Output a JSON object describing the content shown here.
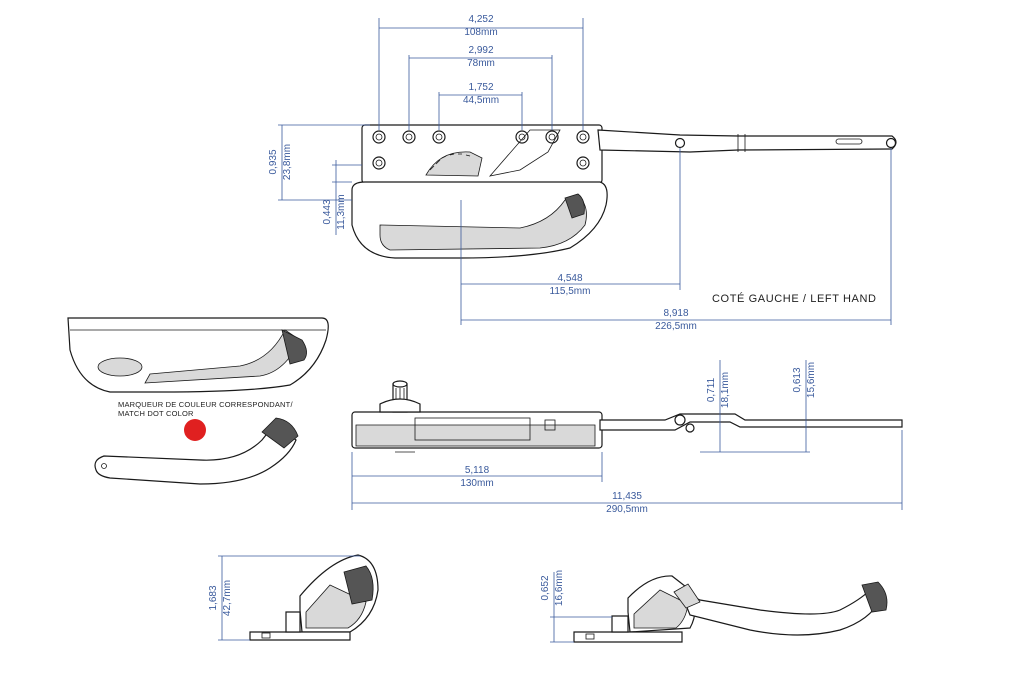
{
  "dimensions": {
    "top_width": {
      "in": "4,252",
      "mm": "108mm"
    },
    "mid_width": {
      "in": "2,992",
      "mm": "78mm"
    },
    "inner_width": {
      "in": "1,752",
      "mm": "44,5mm"
    },
    "height_left": {
      "in": "0,935",
      "mm": "23,8mm"
    },
    "height_small": {
      "in": "0,443",
      "mm": "11,3mm"
    },
    "arm_span": {
      "in": "4,548",
      "mm": "115,5mm"
    },
    "full_span": {
      "in": "8,918",
      "mm": "226,5mm"
    },
    "side_h1": {
      "in": "0,711",
      "mm": "18,1mm"
    },
    "side_h2": {
      "in": "0,613",
      "mm": "15,6mm"
    },
    "base_len": {
      "in": "5,118",
      "mm": "130mm"
    },
    "total_len": {
      "in": "11,435",
      "mm": "290,5mm"
    },
    "folded_h": {
      "in": "1,683",
      "mm": "42,7mm"
    },
    "open_h": {
      "in": "0,652",
      "mm": "16,6mm"
    }
  },
  "notes": {
    "hand": "COTÉ GAUCHE / LEFT HAND",
    "marker_line1": "MARQUEUR DE COULEUR CORRESPONDANT/",
    "marker_line2": "MATCH DOT COLOR"
  },
  "colors": {
    "dimension": "#3a5a9c",
    "match_dot": "#e02020"
  }
}
